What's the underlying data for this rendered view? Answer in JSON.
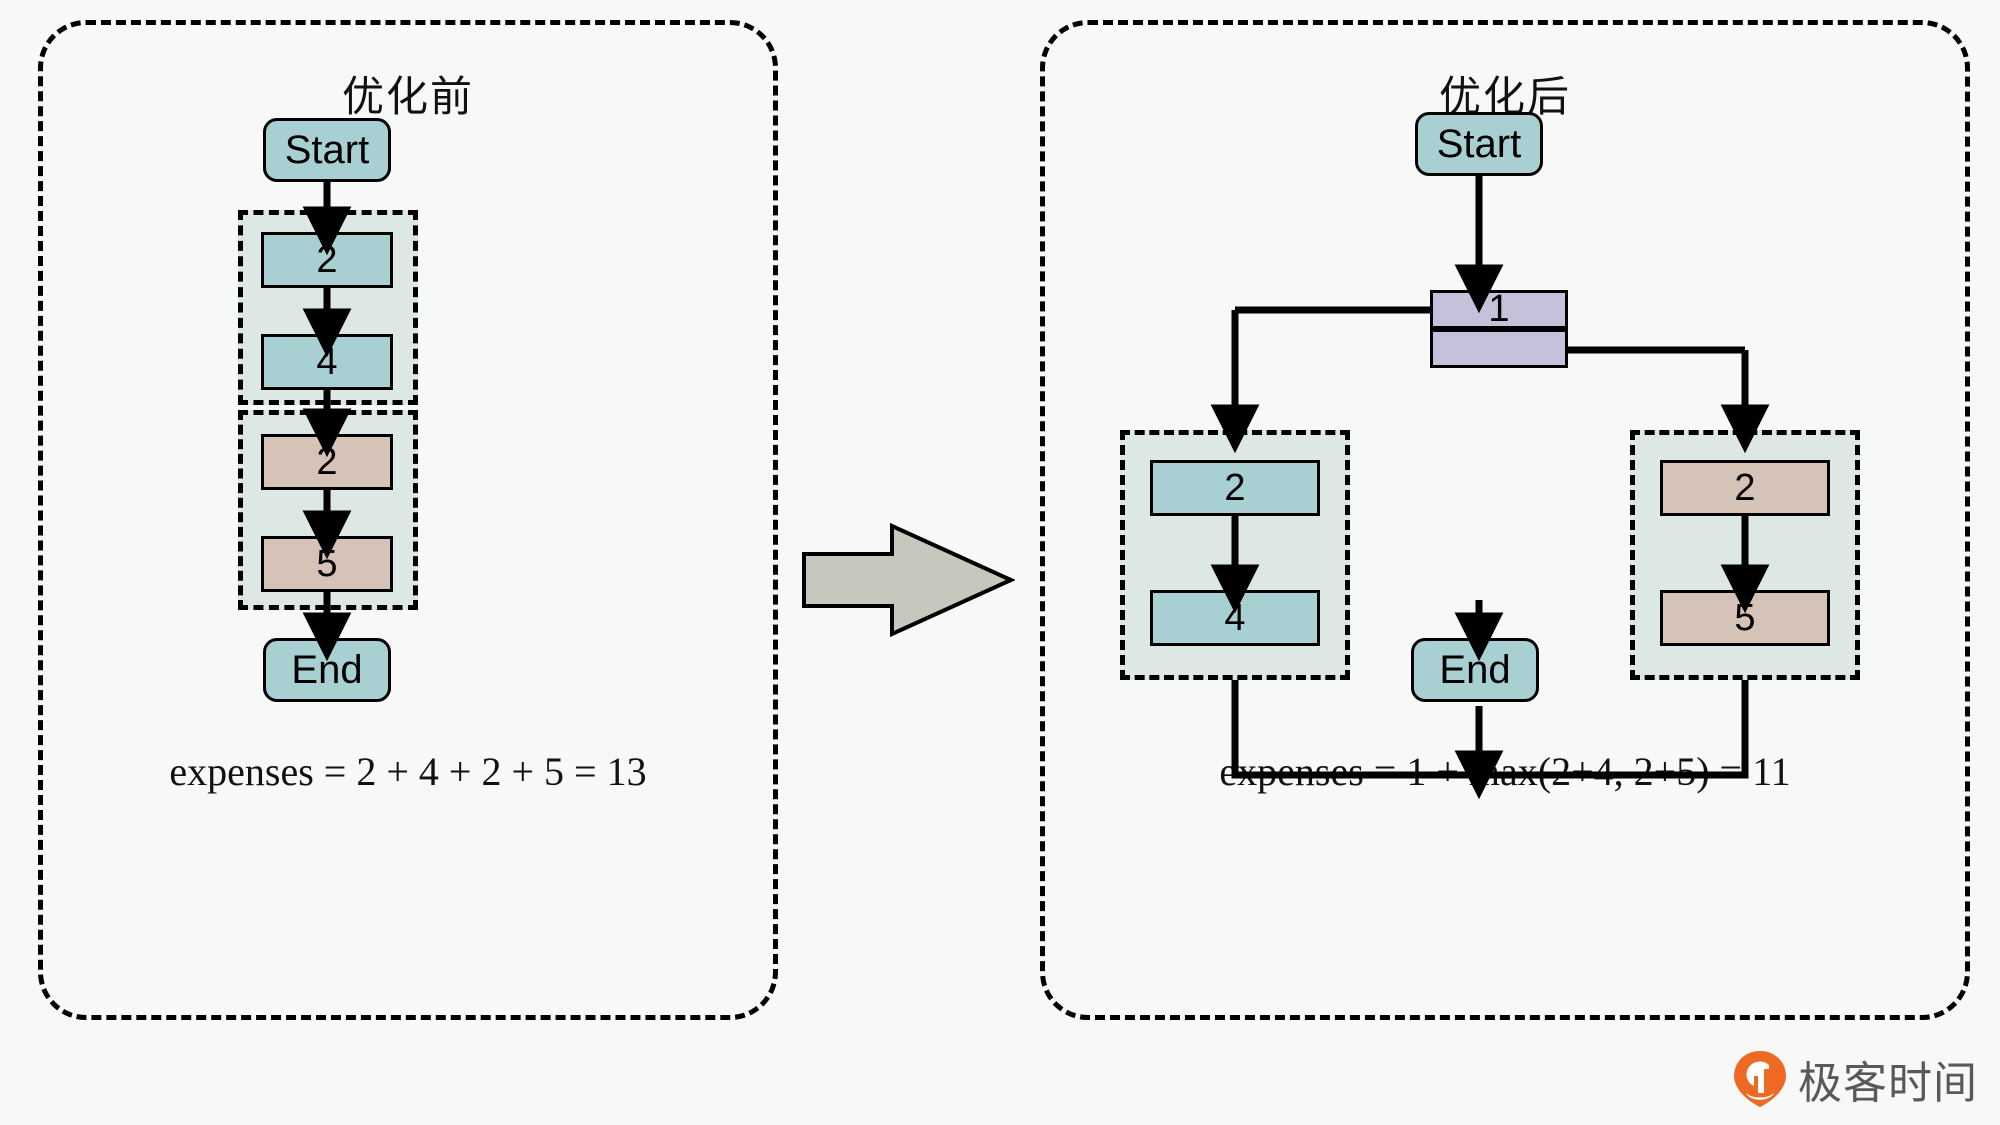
{
  "panels": {
    "before": {
      "title": "优化前",
      "start_label": "Start",
      "end_label": "End",
      "formula": "expenses = 2 + 4 + 2 + 5 = 13",
      "group_a": {
        "tasks": [
          "2",
          "4"
        ]
      },
      "group_b": {
        "tasks": [
          "2",
          "5"
        ]
      }
    },
    "after": {
      "title": "优化后",
      "start_label": "Start",
      "end_label": "End",
      "split_label": "1",
      "formula": "expenses = 1 + max(2+4, 2+5) = 11",
      "branch_left": {
        "tasks": [
          "2",
          "4"
        ]
      },
      "branch_right": {
        "tasks": [
          "2",
          "5"
        ]
      }
    }
  },
  "transition": {
    "icon": "right-block-arrow"
  },
  "watermark": {
    "text": "极客时间",
    "icon": "geektime-logo"
  },
  "colors": {
    "background": "#f7f8f8",
    "teal_node": "#a8cfd2",
    "tan_node": "#d6c3b8",
    "lavender_node": "#c4c1da",
    "group_fill": "#dde8e5",
    "arrow_fill": "#c6c8bd",
    "stroke": "#000000",
    "watermark_orange": "#ec6a21",
    "watermark_text": "#58595b"
  }
}
